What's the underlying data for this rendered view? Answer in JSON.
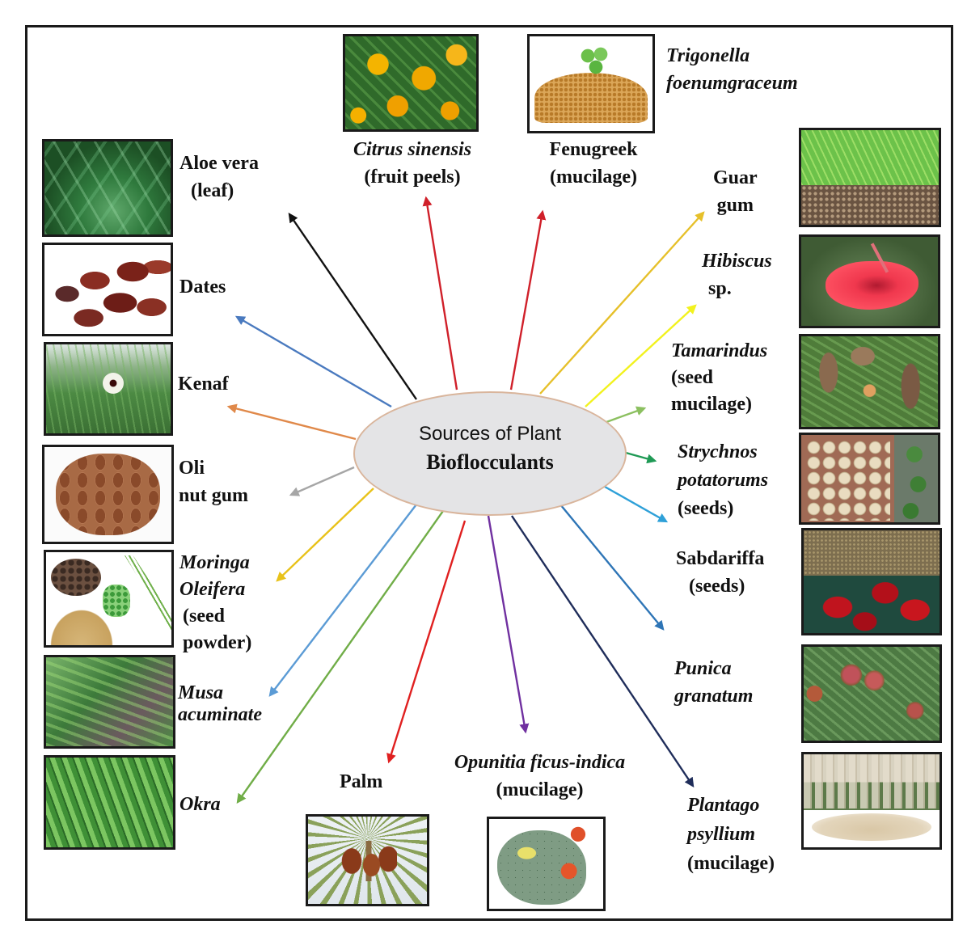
{
  "diagram": {
    "title_line1": "Sources of Plant",
    "title_line2": "Bioflocculants",
    "frame_color": "#1a1a1a",
    "ellipse_fill": "#e4e4e6",
    "ellipse_stroke": "#d9b59c"
  },
  "sources": {
    "aloe": {
      "line1": "Aloe vera",
      "line2": "(leaf)",
      "arrow_color": "#111111",
      "image": "aloe-vera-plant"
    },
    "dates": {
      "line1": "Dates",
      "arrow_color": "#4a7abf",
      "image": "dates-fruit"
    },
    "kenaf": {
      "line1": "Kenaf",
      "arrow_color": "#e0894a",
      "image": "kenaf-plant"
    },
    "olinut": {
      "line1": "Oli",
      "line2": "nut gum",
      "arrow_color": "#a6a6a6",
      "image": "oli-nuts"
    },
    "moringa": {
      "line1": "Moringa",
      "line2": "Oleifera",
      "line3": "(seed",
      "line4": "powder)",
      "arrow_color": "#e8c21a",
      "image": "moringa-seeds-powder"
    },
    "musa": {
      "line1": "Musa",
      "line2": "acuminate",
      "arrow_color": "#5b9bd5",
      "image": "musa-banana-plant"
    },
    "okra": {
      "line1": "Okra",
      "arrow_color": "#70ad47",
      "image": "okra-pods"
    },
    "palm": {
      "line1": "Palm",
      "arrow_color": "#e02020",
      "image": "date-palm"
    },
    "opunitia": {
      "line1": "Opunitia ficus-indica",
      "line2": "(mucilage)",
      "arrow_color": "#7030a0",
      "image": "prickly-pear-cactus"
    },
    "plantago": {
      "line1": "Plantago",
      "line2": "psyllium",
      "line3": "(mucilage)",
      "arrow_color": "#1f2d5a",
      "image": "plantago-psyllium"
    },
    "punica": {
      "line1": "Punica",
      "line2": "granatum",
      "arrow_color": "#2e75b6",
      "image": "pomegranate"
    },
    "sabdariffa": {
      "line1": "Sabdariffa",
      "line2": "(seeds)",
      "arrow_color": "#2ea0d8",
      "image": "roselle-sabdariffa"
    },
    "strychnos": {
      "line1": "Strychnos",
      "line2": "potatorums",
      "line3": "(seeds)",
      "arrow_color": "#1f9a55",
      "image": "strychnos-seeds"
    },
    "tamarindus": {
      "line1": "Tamarindus",
      "line2": "(seed",
      "line3": "mucilage)",
      "arrow_color": "#8cc060",
      "image": "tamarind-pods"
    },
    "hibiscus": {
      "line1": "Hibiscus",
      "line2": "sp.",
      "arrow_color": "#f2f21e",
      "image": "hibiscus-flower"
    },
    "guar": {
      "line1": "Guar",
      "line2": "gum",
      "arrow_color": "#e6c02a",
      "image": "guar-plant-seeds"
    },
    "fenugreek": {
      "line1": "Fenugreek",
      "line2": "(mucilage)",
      "sci_line1": "Trigonella",
      "sci_line2": "foenumgraceum",
      "arrow_color": "#d0202a",
      "image": "fenugreek-seeds"
    },
    "citrus": {
      "line1": "Citrus sinensis",
      "line2": "(fruit peels)",
      "arrow_color": "#d0202a",
      "image": "orange-tree"
    }
  }
}
